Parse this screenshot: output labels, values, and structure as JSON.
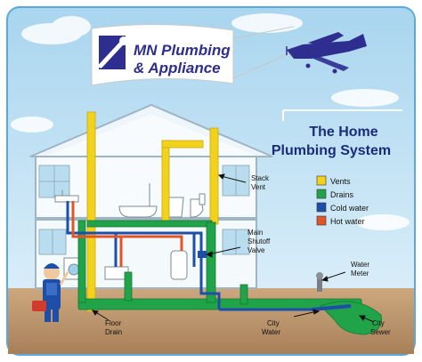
{
  "banner": {
    "line1": "MN Plumbing",
    "line2": "& Appliance"
  },
  "title": {
    "line1": "The Home",
    "line2": "Plumbing System"
  },
  "legend": [
    {
      "label": "Vents",
      "color": "#f3d21b"
    },
    {
      "label": "Drains",
      "color": "#21a34a"
    },
    {
      "label": "Cold water",
      "color": "#1e4fa8"
    },
    {
      "label": "Hot water",
      "color": "#e0562a"
    }
  ],
  "labels": {
    "stack_vent_1": "Stack",
    "stack_vent_2": "Vent",
    "shutoff_1": "Main",
    "shutoff_2": "Shutoff",
    "shutoff_3": "Valve",
    "meter_1": "Water",
    "meter_2": "Meter",
    "floor_drain_1": "Floor",
    "floor_drain_2": "Drain",
    "city_water_1": "City",
    "city_water_2": "Water",
    "city_sewer_1": "City",
    "city_sewer_2": "Sewer"
  },
  "icons": [
    "airplane-icon",
    "wrench-logo-icon",
    "plumber-mascot-icon"
  ]
}
